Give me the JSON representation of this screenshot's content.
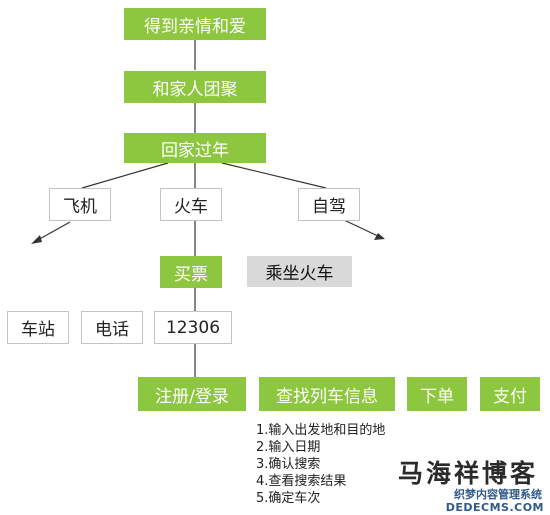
{
  "nodes": {
    "family_love": "得到亲情和爱",
    "reunion": "和家人团聚",
    "go_home": "回家过年",
    "plane": "飞机",
    "train": "火车",
    "drive": "自驾",
    "buy_ticket": "买票",
    "ride_train": "乘坐火车",
    "station": "车站",
    "phone": "电话",
    "online_12306": "12306",
    "register_login": "注册/登录",
    "search_train": "查找列车信息",
    "place_order": "下单",
    "pay": "支付"
  },
  "steps": [
    "1.输入出发地和目的地",
    "2.输入日期",
    "3.确认搜索",
    "4.查看搜索结果",
    "5.确定车次"
  ],
  "watermark": {
    "title": "马海祥博客",
    "subtitle": "织梦内容管理系统",
    "url": "DEDECMS.COM"
  },
  "colors": {
    "green_node": "#8dc63f",
    "outline_border": "#c4c4c4",
    "gray_node": "#d9d9d9",
    "edge": "#333333"
  }
}
